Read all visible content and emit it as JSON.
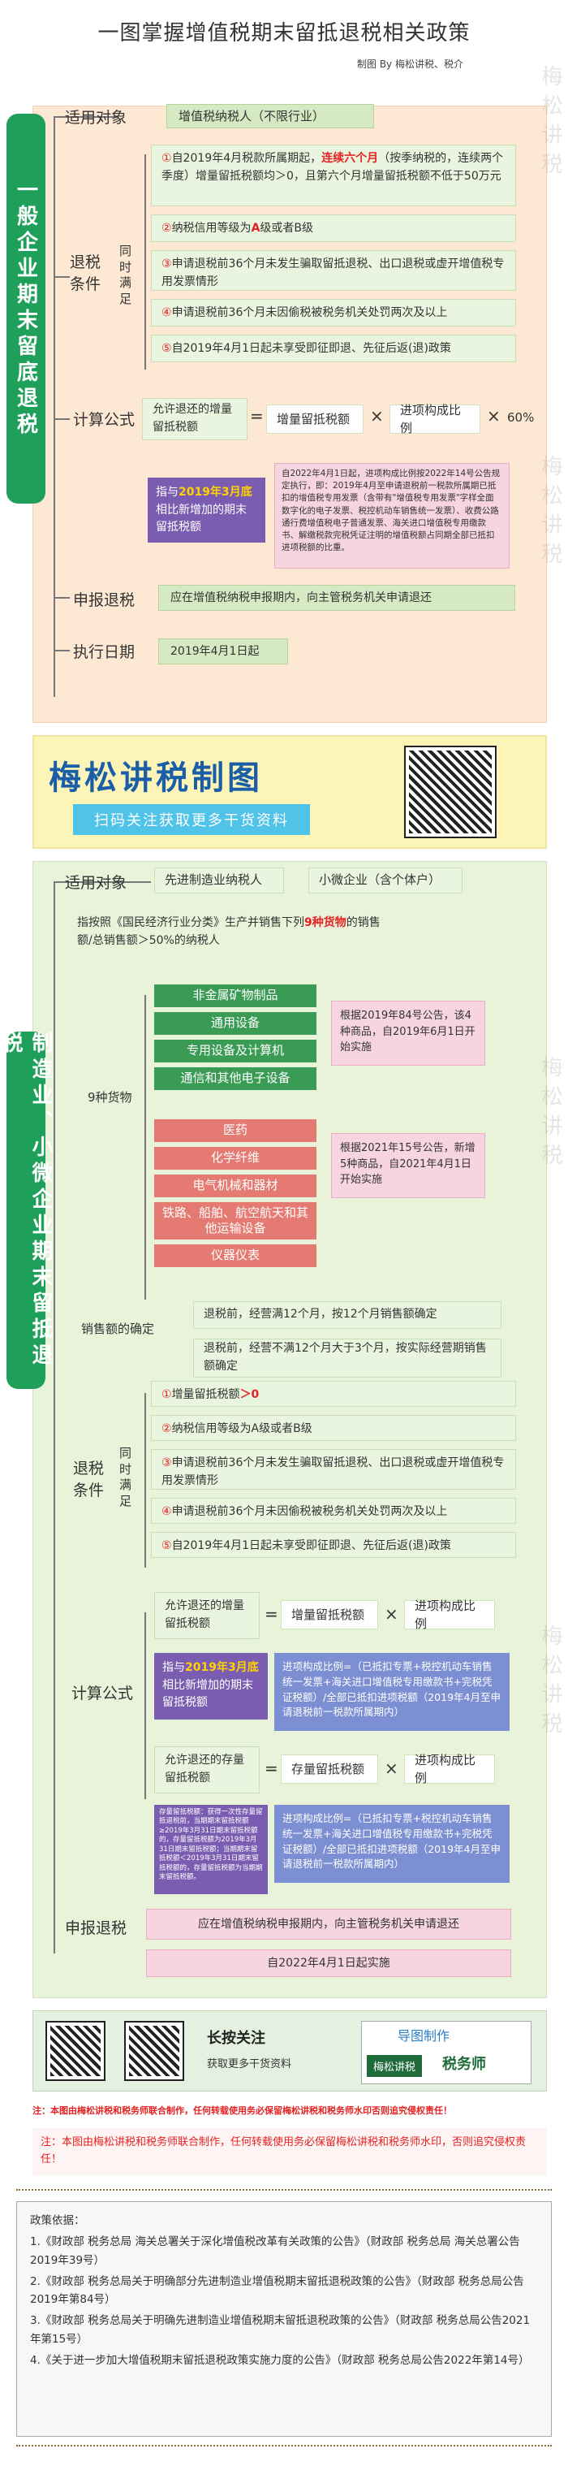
{
  "header": {
    "title": "一图掌握增值税期末留抵退税相关政策",
    "credit": "制图 By 梅松讲税、税介"
  },
  "watermark": "梅松讲税",
  "section1": {
    "vertical_label": "一般企业期末留底退税",
    "applicable_label": "适用对象",
    "applicable_value": "增值税纳税人（不限行业）",
    "conditions_label": "退税条件",
    "simul_label": "同时满足",
    "conditions": [
      {
        "num": "①",
        "pre": "自2019年4月税款所属期起，",
        "hl": "连续六个月",
        "post": "（按季纳税的，连续两个季度）增量留抵税额均＞0，且第六个月增量留抵税额不低于50万元"
      },
      {
        "num": "②",
        "pre": "纳税信用等级为",
        "hl": "A",
        "post": "级或者B级"
      },
      {
        "num": "③",
        "pre": "申请退税前36个月未发生骗取留抵退税、出口退税或虚开增值税专用发票情形",
        "hl": "",
        "post": ""
      },
      {
        "num": "④",
        "pre": "申请退税前36个月未因偷税被税务机关处罚两次及以上",
        "hl": "",
        "post": ""
      },
      {
        "num": "⑤",
        "pre": "自2019年4月1日起未享受即征即退、先征后返(退)政策",
        "hl": "",
        "post": ""
      }
    ],
    "formula_label": "计算公式",
    "formula_left": "允许退还的增量留抵税额",
    "formula_eq": "=",
    "formula_a": "增量留抵税额",
    "formula_x1": "×",
    "formula_b": "进项构成比例",
    "formula_x2": "×",
    "formula_c": "60%",
    "increment_note_pre": "指与",
    "increment_note_hl": "2019年3月底",
    "increment_note_post": "相比新增加的期末留抵税额",
    "ratio_note": "自2022年4月1日起，进项构成比例按2022年14号公告规定执行，即：2019年4月至申请退税前一税款所属期已抵扣的增值税专用发票（含带有\"增值税专用发票\"字样全面数字化的电子发票、税控机动车销售统一发票）、收费公路通行费增值税电子普通发票、海关进口增值税专用缴款书、解缴税款完税凭证注明的增值税额占同期全部已抵扣进项税额的比重。",
    "declare_label": "申报退税",
    "declare_value": "应在增值税纳税申报期内，向主管税务机关申请退还",
    "date_label": "执行日期",
    "date_value": "2019年4月1日起"
  },
  "banner": {
    "title": "梅松讲税制图",
    "subtitle": "扫码关注获取更多干货资料"
  },
  "section2": {
    "vertical_label": "制造业、小微企业期末留抵退税",
    "applicable_label": "适用对象",
    "applicable_a": "先进制造业纳税人",
    "applicable_b": "小微企业（含个体户）",
    "goods_intro_pre": "指按照《国民经济行业分类》生产并销售下列",
    "goods_intro_hl": "9种货物",
    "goods_intro_post": "的销售额/总销售额＞50%的纳税人",
    "goods_label": "9种货物",
    "goods_group1": [
      "非金属矿物制品",
      "通用设备",
      "专用设备及计算机",
      "通信和其他电子设备"
    ],
    "goods_group1_note": "根据2019年84号公告，该4种商品，自2019年6月1日开始实施",
    "goods_group2": [
      "医药",
      "化学纤维",
      "电气机械和器材",
      "铁路、船舶、航空航天和其他运输设备",
      "仪器仪表"
    ],
    "goods_group2_note": "根据2021年15号公告，新增5种商品，自2021年4月1日开始实施",
    "sales_label": "销售额的确定",
    "sales_a": "退税前，经营满12个月，按12个月销售额确定",
    "sales_b": "退税前，经营不满12个月大于3个月，按实际经营期销售额确定",
    "conditions_label": "退税条件",
    "simul_label": "同时满足",
    "conditions": [
      {
        "num": "①",
        "pre": "增量留抵税额",
        "hl": "＞0",
        "post": ""
      },
      {
        "num": "②",
        "pre": "纳税信用等级为A级或者B级",
        "hl": "",
        "post": ""
      },
      {
        "num": "③",
        "pre": "申请退税前36个月未发生骗取留抵退税、出口退税或虚开增值税专用发票情形",
        "hl": "",
        "post": ""
      },
      {
        "num": "④",
        "pre": "申请退税前36个月未因偷税被税务机关处罚两次及以上",
        "hl": "",
        "post": ""
      },
      {
        "num": "⑤",
        "pre": "自2019年4月1日起未享受即征即退、先征后返(退)政策",
        "hl": "",
        "post": ""
      }
    ],
    "formula_label": "计算公式",
    "f1_left": "允许退还的增量留抵税额",
    "f1_eq": "=",
    "f1_a": "增量留抵税额",
    "f1_x": "×",
    "f1_b": "进项构成比例",
    "f1_note_pre": "指与",
    "f1_note_hl": "2019年3月底",
    "f1_note_post": "相比新增加的期末留抵税额",
    "ratio_note_a": "进项构成比例=（已抵扣专票+税控机动车销售统一发票+海关进口增值税专用缴款书+完税凭证税额）/全部已抵扣进项税额（2019年4月至申请退税前一税款所属期内）",
    "f2_left": "允许退还的存量留抵税额",
    "f2_eq": "=",
    "f2_a": "存量留抵税额",
    "f2_x": "×",
    "f2_b": "进项构成比例",
    "stock_note": "存量留抵税额：获得一次性存量留抵退税前，当期期末留抵税额≥2019年3月31日期末留抵税额的，存量留抵税额为2019年3月31日期末留抵税额；当期期末留抵税额＜2019年3月31日期末留抵税额的，存量留抵税额为当期期末留抵税额。",
    "ratio_note_b": "进项构成比例=（已抵扣专票+税控机动车销售统一发票+海关进口增值税专用缴款书+完税凭证税额）/全部已抵扣进项税额（2019年4月至申请退税前一税款所属期内）",
    "declare_label": "申报退税",
    "declare_value": "应在增值税纳税申报期内，向主管税务机关申请退还",
    "date_value": "自2022年4月1日起实施"
  },
  "footer": {
    "long_press": "长按关注",
    "get_more": "获取更多干货资料",
    "made_by": "导图制作",
    "brand_a": "梅松讲税",
    "brand_b": "税务师",
    "warn": "注：本图由梅松讲税和税务师联合制作，任何转载使用务必保留梅松讲税和税务师水印否则追究侵权责任！",
    "note": "注：本图由梅松讲税和税务师联合制作，任何转载使用务必保留梅松讲税和税务师水印，否则追究侵权责任！"
  },
  "policy": {
    "title": "政策依据：",
    "items": [
      "1.《财政部 税务总局 海关总署关于深化增值税改革有关政策的公告》（财政部 税务总局 海关总署公告2019年39号）",
      "2.《财政部 税务总局关于明确部分先进制造业增值税期末留抵退税政策的公告》（财政部 税务总局公告2019年第84号）",
      "3.《财政部 税务总局关于明确先进制造业增值税期末留抵退税政策的公告》（财政部 税务总局公告2021年第15号）",
      "4.《关于进一步加大增值税期末留抵退税政策实施力度的公告》（财政部 税务总局公告2022年第14号）"
    ]
  },
  "colors": {
    "accent_green": "#1fa05a",
    "highlight_red": "#e52222",
    "panel1_bg": "#fde9d3",
    "panel2_bg": "#e8f3da",
    "purple": "#7a5cb0",
    "blue_banner": "#1a5ea8"
  }
}
